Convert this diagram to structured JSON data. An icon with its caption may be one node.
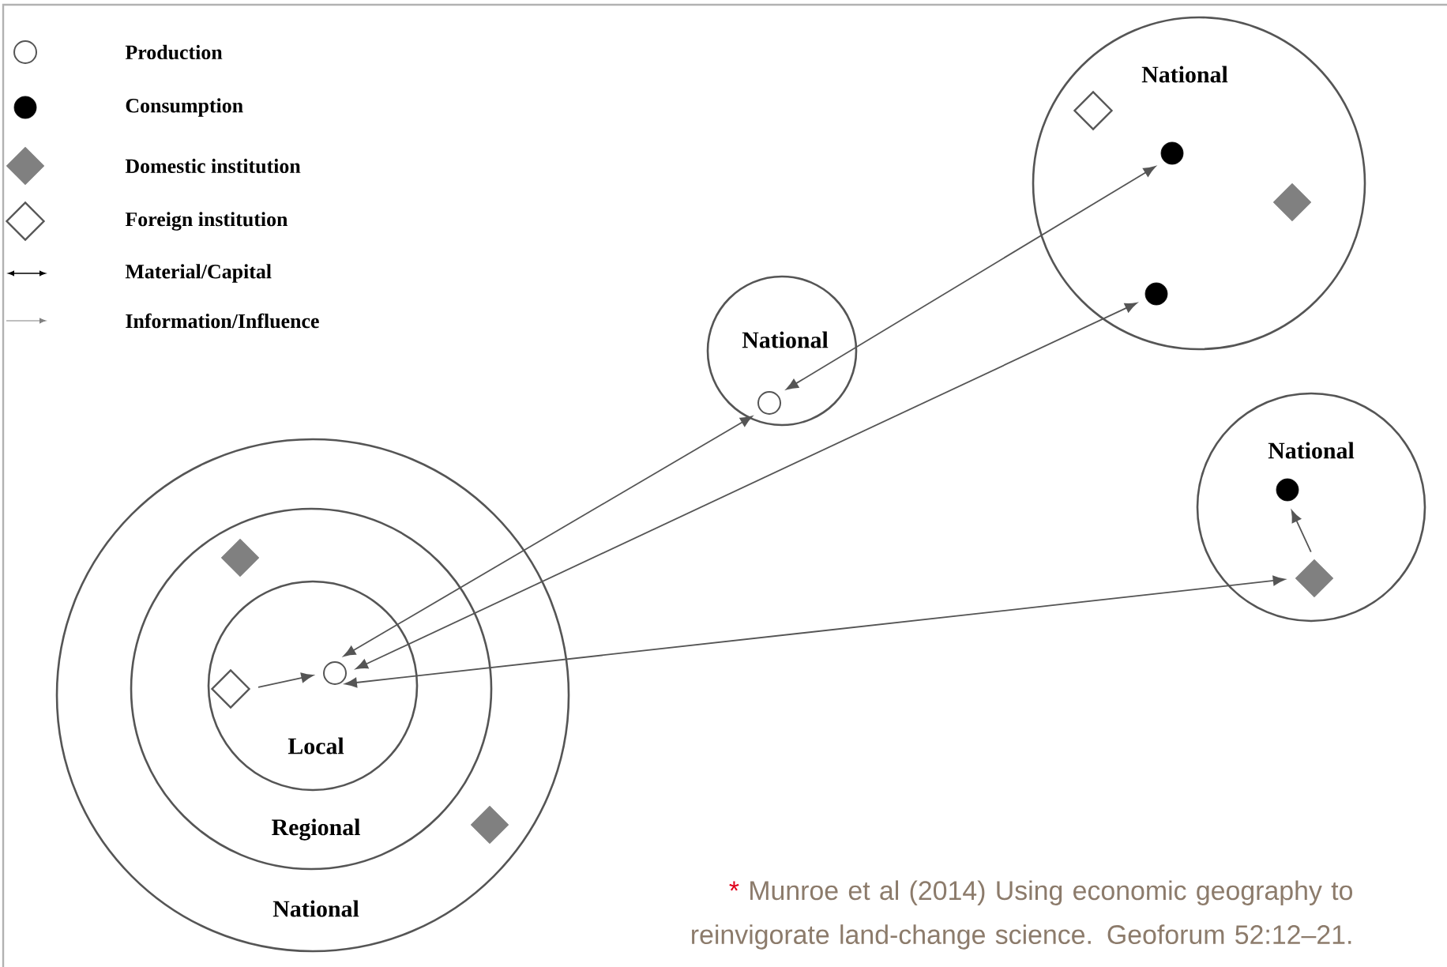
{
  "diagram": {
    "nodes": [
      {
        "text": [
          "National"
        ]
      },
      {
        "text": [
          "Regional"
        ],
        "in": 0
      },
      {
        "text": [
          "Local"
        ],
        "in": 1
      },
      {
        "text": [],
        "shape": "circle",
        "in": 2
      },
      {
        "text": [],
        "shape": "diamond",
        "in": 2
      },
      {
        "text": [],
        "shape": "diamond",
        "in": 1
      },
      {
        "text": [],
        "shape": "diamond",
        "in": 0
      },
      {
        "text": [
          "National"
        ]
      },
      {
        "text": [],
        "shape": "circle",
        "in": 7
      },
      {
        "text": [
          "National"
        ]
      },
      {
        "text": [],
        "shape": "diamond",
        "in": 9
      },
      {
        "text": [],
        "shape": "circle",
        "in": 9
      },
      {
        "text": [],
        "shape": "circle",
        "in": 9
      },
      {
        "text": [],
        "shape": "diamond",
        "in": 9
      },
      {
        "text": [
          "National"
        ]
      },
      {
        "text": [],
        "shape": "circle",
        "in": 14
      },
      {
        "text": [],
        "shape": "diamond",
        "in": 14
      }
    ],
    "edges": [
      {
        "from": 3,
        "to": 8,
        "arrow": "both"
      },
      {
        "from": 3,
        "to": 12,
        "arrow": "both"
      },
      {
        "from": 8,
        "to": 11,
        "arrow": "both"
      },
      {
        "from": 3,
        "to": 16,
        "arrow": "both"
      },
      {
        "from": 16,
        "to": 15,
        "arrow": "to"
      },
      {
        "from": 4,
        "to": 3,
        "arrow": "to"
      }
    ],
    "labels": [
      "*",
      "Munroe et al (2014) Using economic geography to reinvigorate land-change science. Geoforum 52:12–21."
    ],
    "legend": [
      {
        "text": "Production"
      },
      {
        "text": "Consumption"
      },
      {
        "text": "Domestic institution"
      },
      {
        "text": "Foreign institution"
      },
      {
        "text": "Material/Capital"
      },
      {
        "text": "Information/Influence"
      }
    ]
  }
}
